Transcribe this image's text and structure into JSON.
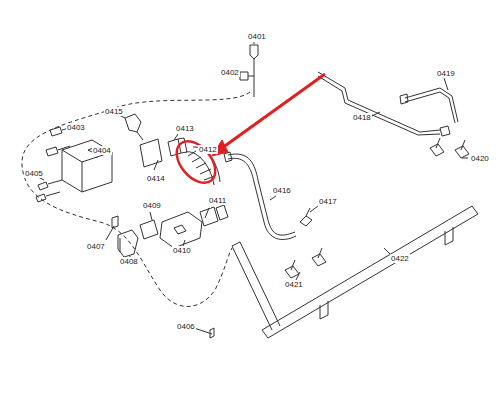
{
  "diagram": {
    "labels": [
      "0401",
      "0402",
      "0415",
      "0403",
      "0413",
      "0412",
      "0404",
      "0405",
      "0414",
      "0411",
      "0409",
      "0416",
      "0417",
      "0407",
      "0410",
      "0408",
      "0418",
      "0419",
      "0420",
      "0422",
      "0421",
      "0406"
    ]
  }
}
